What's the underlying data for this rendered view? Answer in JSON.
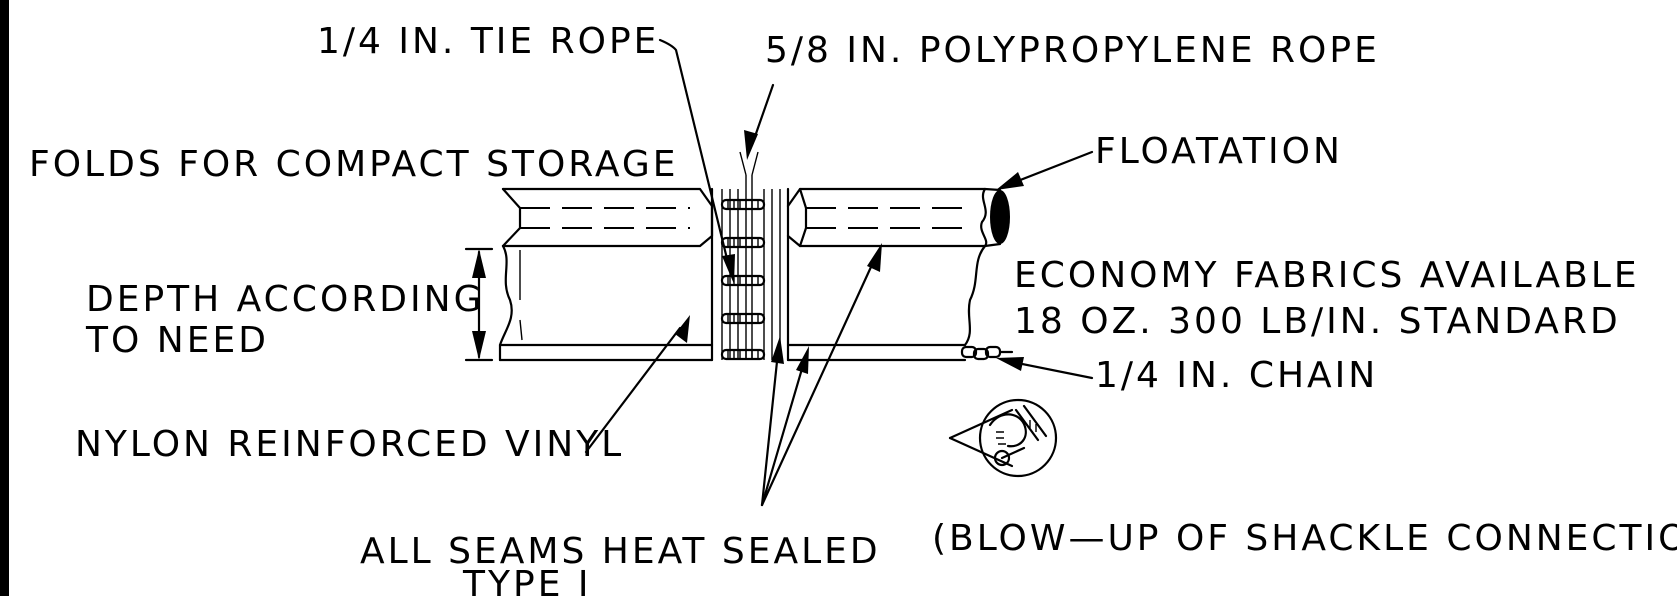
{
  "labels": {
    "tie_rope": "1/4 IN. TIE ROPE",
    "poly_rope": "5/8 IN. POLYPROPYLENE ROPE",
    "folds": "FOLDS FOR COMPACT STORAGE",
    "floatation": "FLOATATION",
    "depth_line1": "DEPTH ACCORDING",
    "depth_line2": "TO NEED",
    "economy_line1": "ECONOMY FABRICS AVAILABLE",
    "economy_line2": "18 OZ. 300 LB/IN. STANDARD",
    "chain": "1/4 IN. CHAIN",
    "vinyl": "NYLON REINFORCED VINYL",
    "seams_line1": "ALL SEAMS HEAT SEALED",
    "seams_line2": "TYPE I",
    "blowup": "(BLOW—UP OF SHACKLE CONNECTION)"
  }
}
